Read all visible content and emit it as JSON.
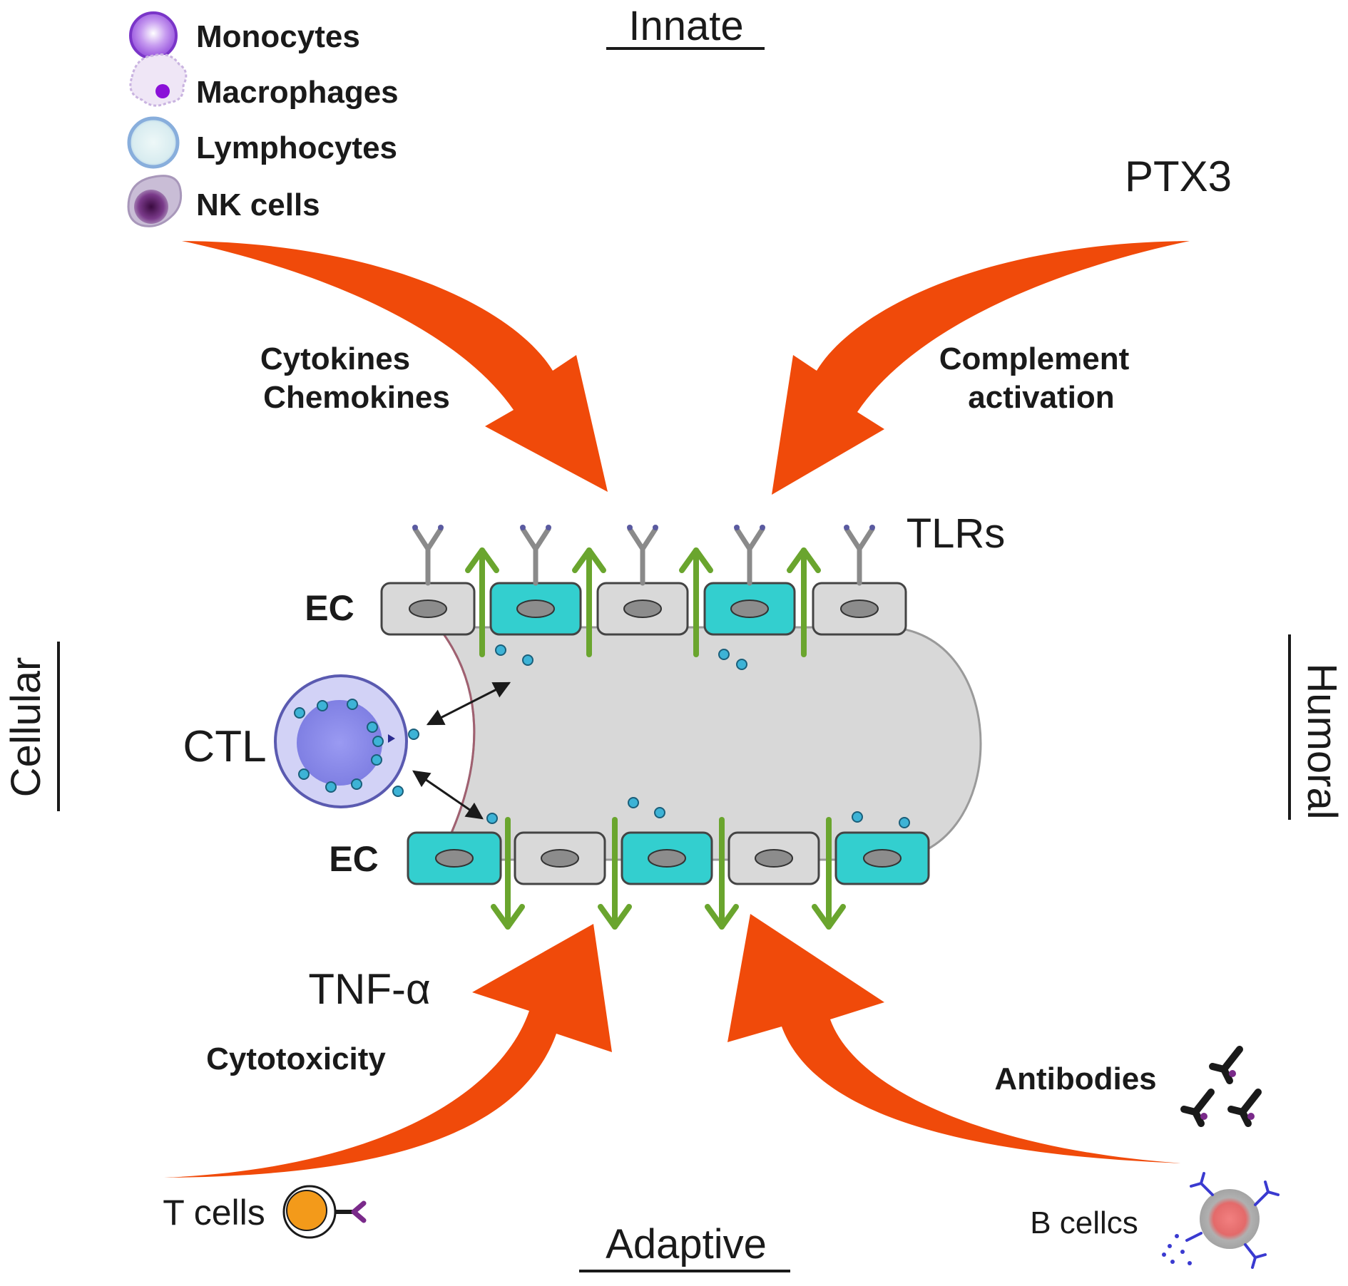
{
  "axes": {
    "top": "Innate",
    "bottom": "Adaptive",
    "left": "Cellular",
    "right": "Humoral"
  },
  "legend": [
    {
      "label": "Monocytes",
      "icon": "monocyte-icon"
    },
    {
      "label": "Macrophages",
      "icon": "macrophage-icon"
    },
    {
      "label": "Lymphocytes",
      "icon": "lymphocyte-icon"
    },
    {
      "label": "NK cells",
      "icon": "nk-cell-icon"
    }
  ],
  "labels": {
    "ptx3": "PTX3",
    "cytokines": "Cytokines",
    "chemokines": "Chemokines",
    "complement": "Complement",
    "activation": "activation",
    "tlrs": "TLRs",
    "ec_top": "EC",
    "ec_bottom": "EC",
    "ctl": "CTL",
    "tnf": "TNF-α",
    "cytotoxicity": "Cytotoxicity",
    "antibodies": "Antibodies",
    "t_cells": "T cells",
    "b_cells": "B cellcs"
  },
  "colors": {
    "arrow": "#f04a0a",
    "green_arrow": "#6aa52e",
    "ec_activated": "#33cfcf",
    "ec_resting": "#d9d9d9",
    "vessel_lumen": "#d8d8d8",
    "monocyte": "#a060e0",
    "ctl_body": "#b8b8f0",
    "t_cell": "#f39a1a",
    "b_cell_core": "#f07070"
  }
}
